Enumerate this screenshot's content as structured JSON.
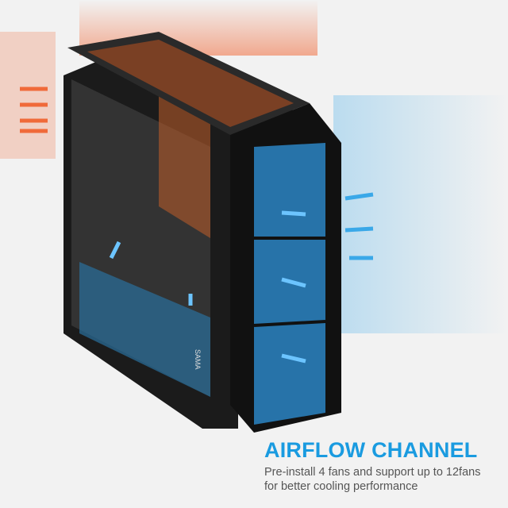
{
  "product": {
    "brand_logo": "SAMA"
  },
  "headline": "AIRFLOW CHANNEL",
  "subtitle_line1": "Pre-install 4 fans and support up to 12fans",
  "subtitle_line2": "for better cooling performance",
  "colors": {
    "accent": "#1a9be0",
    "exhaust": "#f06a3a",
    "intake": "#3aa8e8",
    "case": "#141414"
  }
}
